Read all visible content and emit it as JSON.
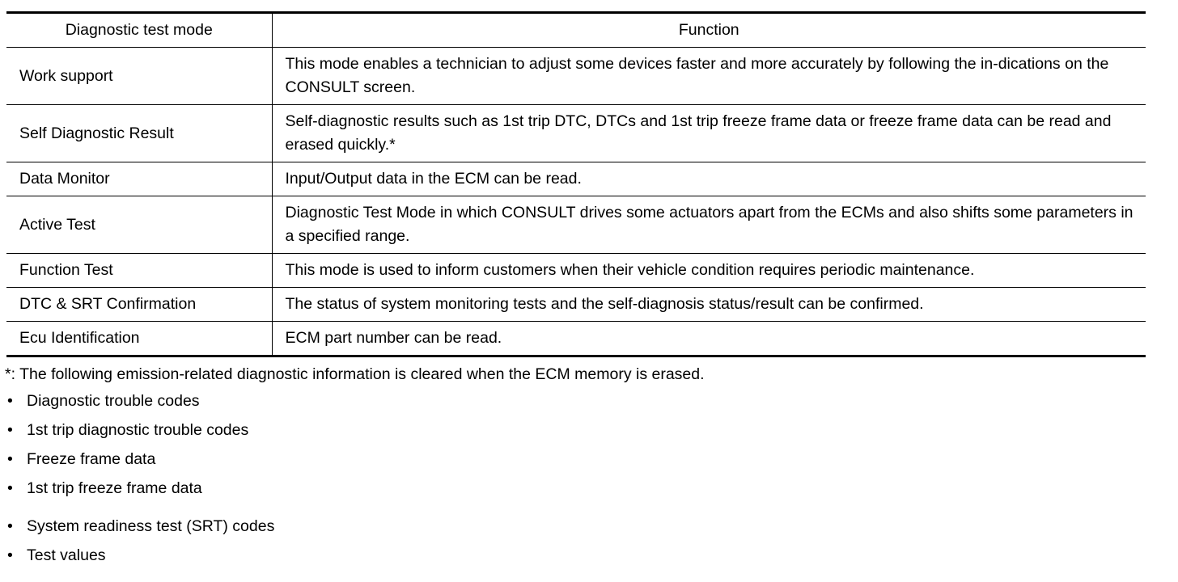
{
  "table": {
    "headers": [
      "Diagnostic test mode",
      "Function"
    ],
    "rows": [
      {
        "mode": "Work support",
        "function": "This mode enables a technician to adjust some devices faster and more accurately by following the in-dications on the CONSULT screen."
      },
      {
        "mode": "Self Diagnostic Result",
        "function": "Self-diagnostic results such as 1st trip DTC, DTCs and 1st trip freeze frame data or freeze frame data can be read and erased quickly.*"
      },
      {
        "mode": "Data Monitor",
        "function": "Input/Output data in the ECM can be read."
      },
      {
        "mode": "Active Test",
        "function": "Diagnostic Test Mode in which CONSULT drives some actuators apart from the ECMs and also shifts some parameters in a specified range."
      },
      {
        "mode": "Function Test",
        "function": "This mode is used to inform customers when their vehicle condition requires periodic maintenance."
      },
      {
        "mode": "DTC & SRT Confirmation",
        "function": "The status of system monitoring tests and the self-diagnosis status/result can be confirmed."
      },
      {
        "mode": "Ecu Identification",
        "function": "ECM part number can be read."
      }
    ]
  },
  "notes": {
    "footnote": "*: The following emission-related diagnostic information is cleared when the ECM memory is erased.",
    "bullet_symbol": "•",
    "items": [
      "Diagnostic trouble codes",
      "1st trip diagnostic trouble codes",
      "Freeze frame data",
      "1st trip freeze frame data",
      "System readiness test (SRT) codes",
      "Test values"
    ]
  }
}
